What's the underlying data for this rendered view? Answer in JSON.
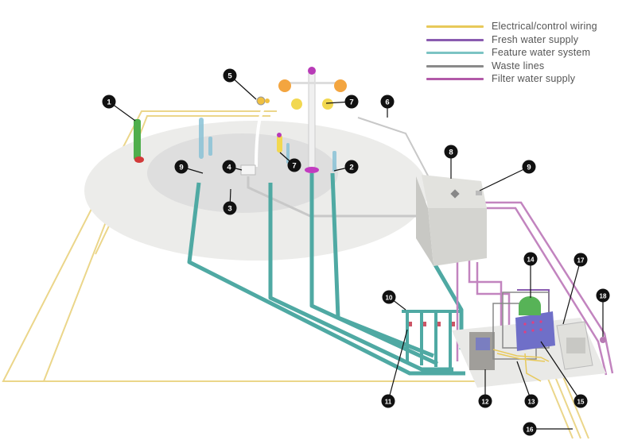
{
  "legend": [
    {
      "label": "Electrical/control wiring",
      "color": "#e8c95a"
    },
    {
      "label": "Fresh water supply",
      "color": "#8a5bb0"
    },
    {
      "label": "Feature water system",
      "color": "#7cc4c4"
    },
    {
      "label": "Waste lines",
      "color": "#8a8a8a"
    },
    {
      "label": "Filter water supply",
      "color": "#b25aa8"
    }
  ],
  "callouts": [
    "1",
    "2",
    "3",
    "4",
    "5",
    "6",
    "7",
    "7",
    "8",
    "9",
    "9",
    "10",
    "11",
    "12",
    "13",
    "14",
    "15",
    "16",
    "17",
    "18"
  ],
  "colors": {
    "electrical": "#e8c95a",
    "fresh": "#8a5bb0",
    "feature": "#4fa9a3",
    "waste": "#9a9a9a",
    "filter": "#b25aa8",
    "callout_fill": "#111111",
    "callout_text": "#ffffff",
    "concrete": "#d4d4d0",
    "pad": "#ececea",
    "controller": "#6f6fc8",
    "tank": "#57b357"
  }
}
